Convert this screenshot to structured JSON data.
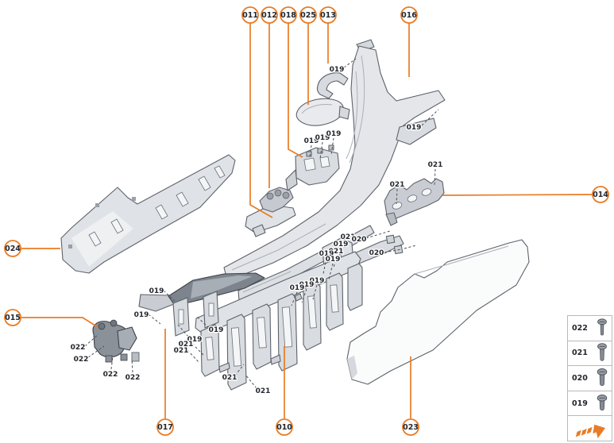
{
  "colors": {
    "accent": "#E87C26",
    "part_fill": "#DFE2E6",
    "part_stroke": "#5D636B",
    "label_text": "#24272C",
    "dashed_leader": "#4B4F55",
    "background": "#FFFFFF"
  },
  "callouts": [
    {
      "id": "011"
    },
    {
      "id": "012"
    },
    {
      "id": "018"
    },
    {
      "id": "025"
    },
    {
      "id": "013"
    },
    {
      "id": "016"
    },
    {
      "id": "014"
    },
    {
      "id": "024"
    },
    {
      "id": "015"
    },
    {
      "id": "017"
    },
    {
      "id": "010"
    },
    {
      "id": "023"
    }
  ],
  "labels": [
    {
      "text": "019"
    },
    {
      "text": "019"
    },
    {
      "text": "019"
    },
    {
      "text": "019"
    },
    {
      "text": "019"
    },
    {
      "text": "021"
    },
    {
      "text": "021"
    },
    {
      "text": "021"
    },
    {
      "text": "020"
    },
    {
      "text": "019"
    },
    {
      "text": "021"
    },
    {
      "text": "020"
    },
    {
      "text": "019"
    },
    {
      "text": "019"
    },
    {
      "text": "019"
    },
    {
      "text": "019"
    },
    {
      "text": "019"
    },
    {
      "text": "019"
    },
    {
      "text": "019"
    },
    {
      "text": "019"
    },
    {
      "text": "019"
    },
    {
      "text": "021"
    },
    {
      "text": "021"
    },
    {
      "text": "021"
    },
    {
      "text": "021"
    },
    {
      "text": "022"
    },
    {
      "text": "022"
    },
    {
      "text": "022"
    },
    {
      "text": "022"
    }
  ],
  "legend": {
    "rows": [
      {
        "label": "022",
        "icon": "screw-icon"
      },
      {
        "label": "021",
        "icon": "screw-icon"
      },
      {
        "label": "020",
        "icon": "screw-icon"
      },
      {
        "label": "019",
        "icon": "screw-icon"
      }
    ],
    "arrow_icon": "direction-arrow-icon"
  }
}
